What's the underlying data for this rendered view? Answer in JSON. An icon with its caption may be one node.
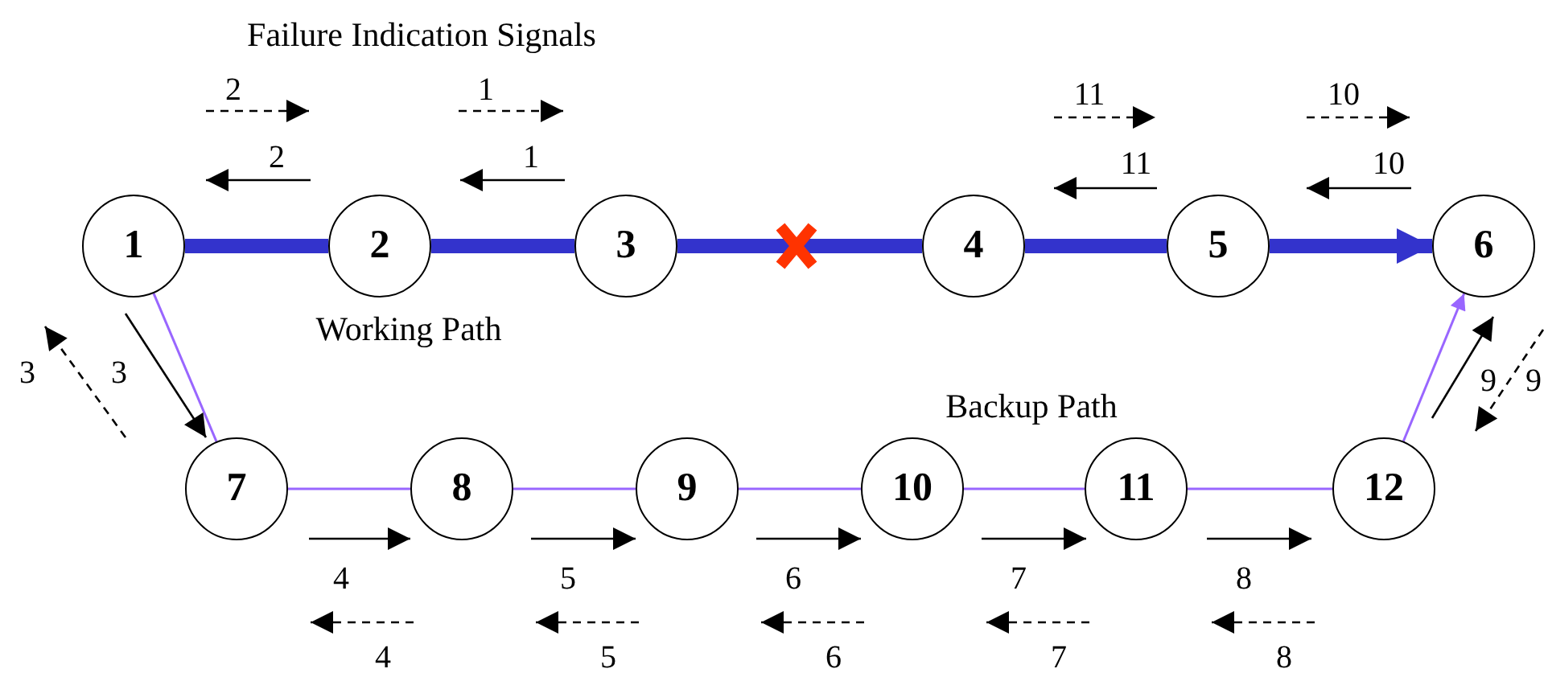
{
  "diagram": {
    "nodes": [
      {
        "text": [
          "1"
        ]
      },
      {
        "text": [
          "2"
        ]
      },
      {
        "text": [
          "3"
        ]
      },
      {
        "text": [
          "4"
        ]
      },
      {
        "text": [
          "5"
        ]
      },
      {
        "text": [
          "6"
        ]
      },
      {
        "text": [
          "7"
        ]
      },
      {
        "text": [
          "8"
        ]
      },
      {
        "text": [
          "9"
        ]
      },
      {
        "text": [
          "10"
        ]
      },
      {
        "text": [
          "11"
        ]
      },
      {
        "text": [
          "12"
        ]
      }
    ],
    "edges": [
      {
        "from": 0,
        "to": 1,
        "arrow": "none",
        "style": "thick",
        "color": "#3333cc"
      },
      {
        "from": 1,
        "to": 2,
        "arrow": "none",
        "style": "thick",
        "color": "#3333cc"
      },
      {
        "from": 2,
        "to": 3,
        "arrow": "none",
        "style": "thick",
        "color": "#3333cc"
      },
      {
        "from": 3,
        "to": 4,
        "arrow": "none",
        "style": "thick",
        "color": "#3333cc"
      },
      {
        "from": 4,
        "to": 5,
        "arrow": "to",
        "style": "thick",
        "color": "#3333cc"
      },
      {
        "from": 0,
        "to": 6,
        "arrow": "none"
      },
      {
        "from": 6,
        "to": 7,
        "arrow": "none"
      },
      {
        "from": 7,
        "to": 8,
        "arrow": "none"
      },
      {
        "from": 8,
        "to": 9,
        "arrow": "none"
      },
      {
        "from": 9,
        "to": 10,
        "arrow": "none"
      },
      {
        "from": 10,
        "to": 11,
        "arrow": "none"
      },
      {
        "from": 11,
        "to": 5,
        "arrow": "to"
      }
    ],
    "labels": [
      "Failure Indication Signals",
      "2",
      "1",
      "11",
      "10",
      "2",
      "1",
      "11",
      "10",
      "Working Path",
      "3",
      "3",
      "Backup Path",
      "9",
      "9",
      "4",
      "5",
      "6",
      "7",
      "8",
      "4",
      "5",
      "6",
      "7",
      "8"
    ]
  }
}
